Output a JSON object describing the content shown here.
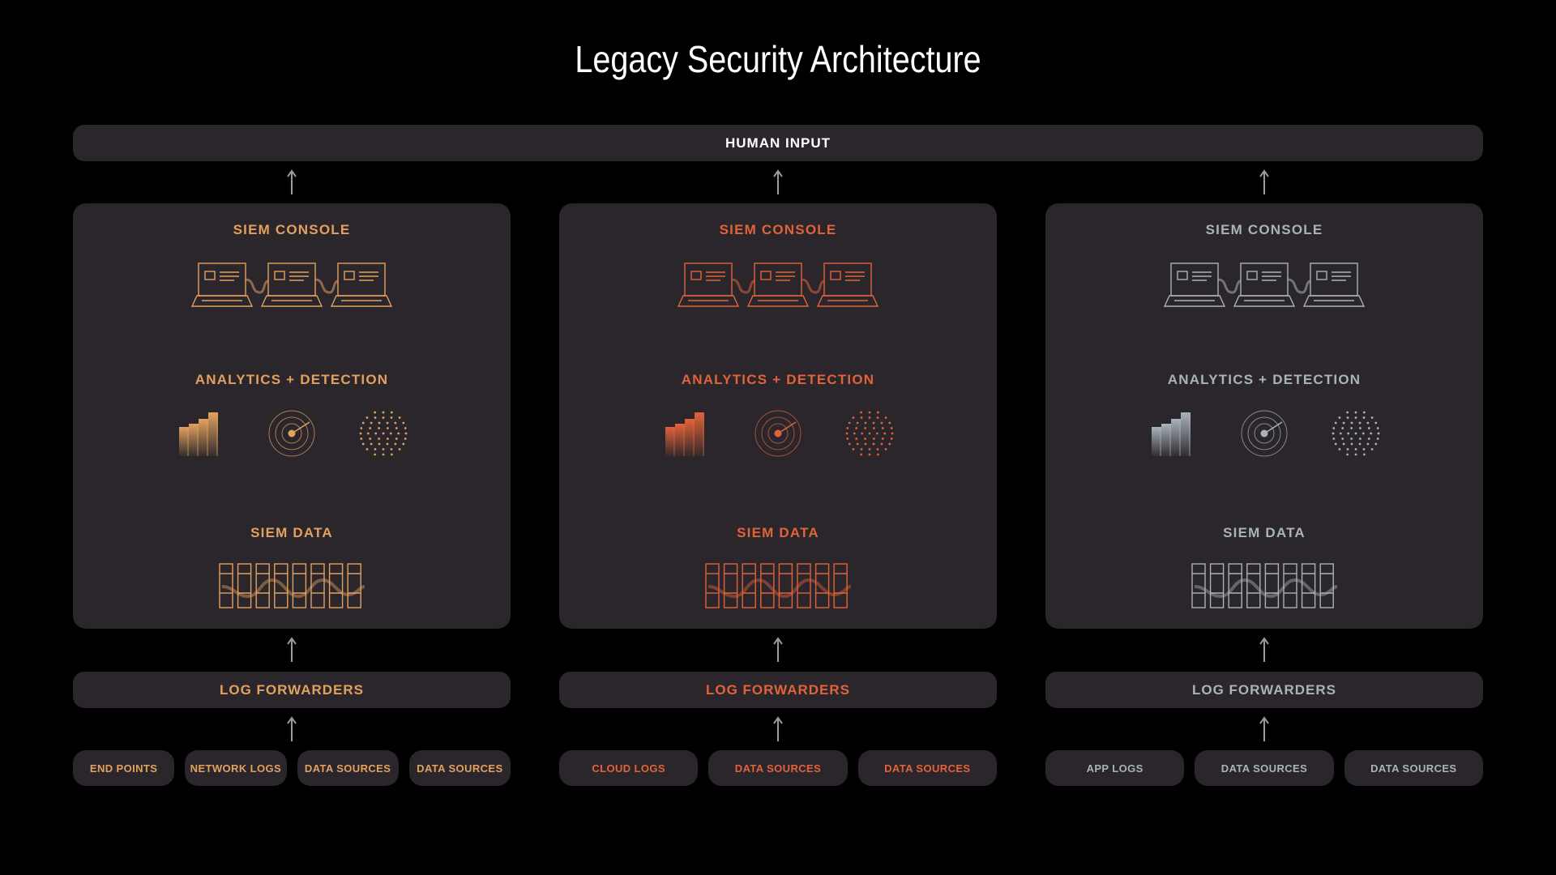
{
  "title": "Legacy Security Architecture",
  "human_input": "HUMAN INPUT",
  "columns": [
    {
      "accent": "#e3a15f",
      "siem_console": "SIEM CONSOLE",
      "analytics_detection": "ANALYTICS + DETECTION",
      "siem_data": "SIEM  DATA",
      "log_forwarders": "LOG FORWARDERS",
      "sources": [
        "END POINTS",
        "NETWORK LOGS",
        "DATA SOURCES",
        "DATA SOURCES"
      ]
    },
    {
      "accent": "#e2633a",
      "siem_console": "SIEM CONSOLE",
      "analytics_detection": "ANALYTICS + DETECTION",
      "siem_data": "SIEM  DATA",
      "log_forwarders": "LOG FORWARDERS",
      "sources": [
        "CLOUD LOGS",
        "DATA SOURCES",
        "DATA SOURCES"
      ]
    },
    {
      "accent": "#a9b3bb",
      "siem_console": "SIEM CONSOLE",
      "analytics_detection": "ANALYTICS + DETECTION",
      "siem_data": "SIEM  DATA",
      "log_forwarders": "LOG FORWARDERS",
      "sources": [
        "APP LOGS",
        "DATA SOURCES",
        "DATA SOURCES"
      ]
    }
  ],
  "icons": {
    "arrow": "arrow-up-icon",
    "console": "laptop-icon",
    "bars": "bar-chart-icon",
    "radar": "radar-icon",
    "sphere": "dot-sphere-icon",
    "data": "data-blocks-icon"
  }
}
